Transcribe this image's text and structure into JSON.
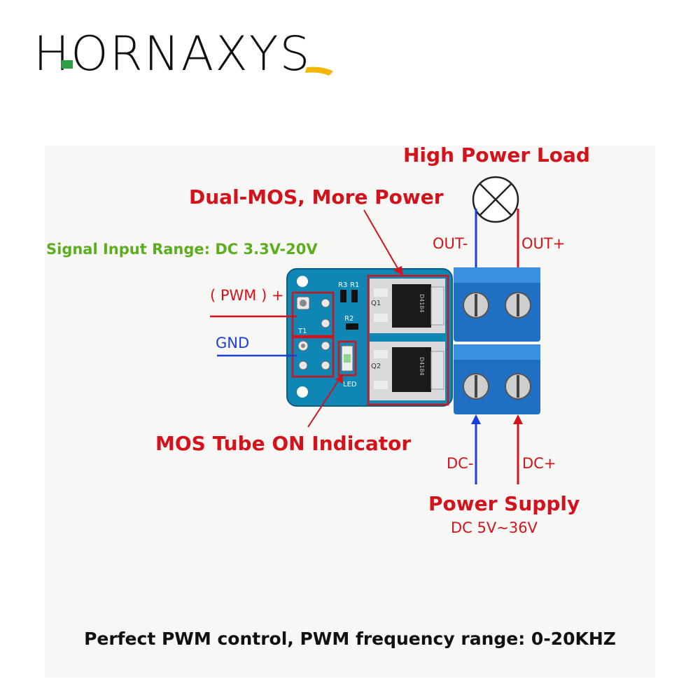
{
  "brand": {
    "logo_text": "HORNAXYS"
  },
  "labels": {
    "load": "High Power Load",
    "dual_mos": "Dual-MOS, More Power",
    "signal_range": "Signal Input Range: DC 3.3V-20V",
    "pwm": "( PWM ) +",
    "gnd": "GND",
    "out_minus": "OUT-",
    "out_plus": "OUT+",
    "indicator": "MOS Tube ON Indicator",
    "dc_minus": "DC-",
    "dc_plus": "DC+",
    "power_supply": "Power Supply",
    "supply_range": "DC 5V~36V",
    "footer": "Perfect PWM control, PWM frequency range: 0-20KHZ"
  },
  "board_marks": {
    "r3": "R3",
    "r1": "R1",
    "r2": "R2",
    "q1": "Q1",
    "q2": "Q2",
    "t1": "T1",
    "led": "LED",
    "chip_code": "D4184"
  },
  "colors": {
    "board": "#0f86b4",
    "board_dark": "#0a5f86",
    "terminal": "#1f6fc2",
    "terminal_light": "#3a8fe0",
    "callout_red": "#d4121b",
    "wire_blue": "#1b3fd8",
    "signal_green": "#5cae1f",
    "logo_accent_green": "#2da043",
    "logo_accent_yellow": "#f2b705"
  }
}
